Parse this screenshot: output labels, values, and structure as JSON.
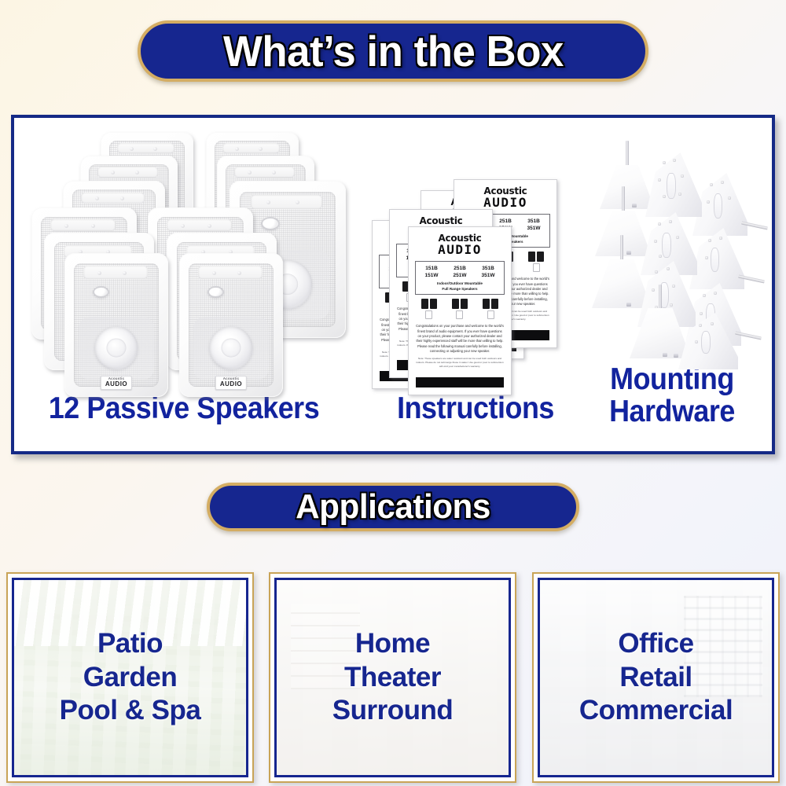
{
  "headers": {
    "box_banner": "What’s in the Box",
    "applications_banner": "Applications"
  },
  "colors": {
    "banner_fill": "#16268F",
    "banner_border_gold": "#D4AD63",
    "caption_blue": "#12239E",
    "panel_border_navy": "#152A86",
    "background_cream": "#FCF5E4",
    "background_blue_white": "#EFF1F9"
  },
  "contents": {
    "items": [
      {
        "id": "speakers",
        "caption": "12 Passive Speakers",
        "count": 12
      },
      {
        "id": "instructions",
        "caption": "Instructions",
        "count": 6
      },
      {
        "id": "hardware",
        "caption_line1": "Mounting",
        "caption_line2": "Hardware",
        "count": 12
      }
    ]
  },
  "speaker": {
    "badge_brand": "Acoustic",
    "badge_model": "AUDIO"
  },
  "manual": {
    "brand_line1": "Acoustic",
    "brand_line2": "AUDIO",
    "models": [
      [
        "151B",
        "251B",
        "351B"
      ],
      [
        "151W",
        "251W",
        "351W"
      ]
    ],
    "subtitle_line1": "Indoor/Outdoor Mountable",
    "subtitle_line2": "Full Range Speakers",
    "body": "Congratulations on your purchase and welcome to the world's finest brand of audio equipment. If you ever have questions on your product, please contact your authorized dealer and their highly experienced staff will be more than willing to help. Please read the following manual carefully before installing, connecting or adjusting your new speaker.",
    "note": "Note: These speakers are water resistant and can be used both outdoors and indoors. Please do not submerge these in water. Use good or poor to submersion will void your manufacturer's warranty."
  },
  "applications": {
    "panels": [
      {
        "id": "patio",
        "lines": [
          "Patio",
          "Garden",
          "Pool & Spa"
        ],
        "scene": "garden-pergola-photo"
      },
      {
        "id": "home-theater",
        "lines": [
          "Home",
          "Theater",
          "Surround"
        ],
        "scene": "living-room-photo"
      },
      {
        "id": "office",
        "lines": [
          "Office",
          "Retail",
          "Commercial"
        ],
        "scene": "office-interior-photo"
      }
    ]
  }
}
